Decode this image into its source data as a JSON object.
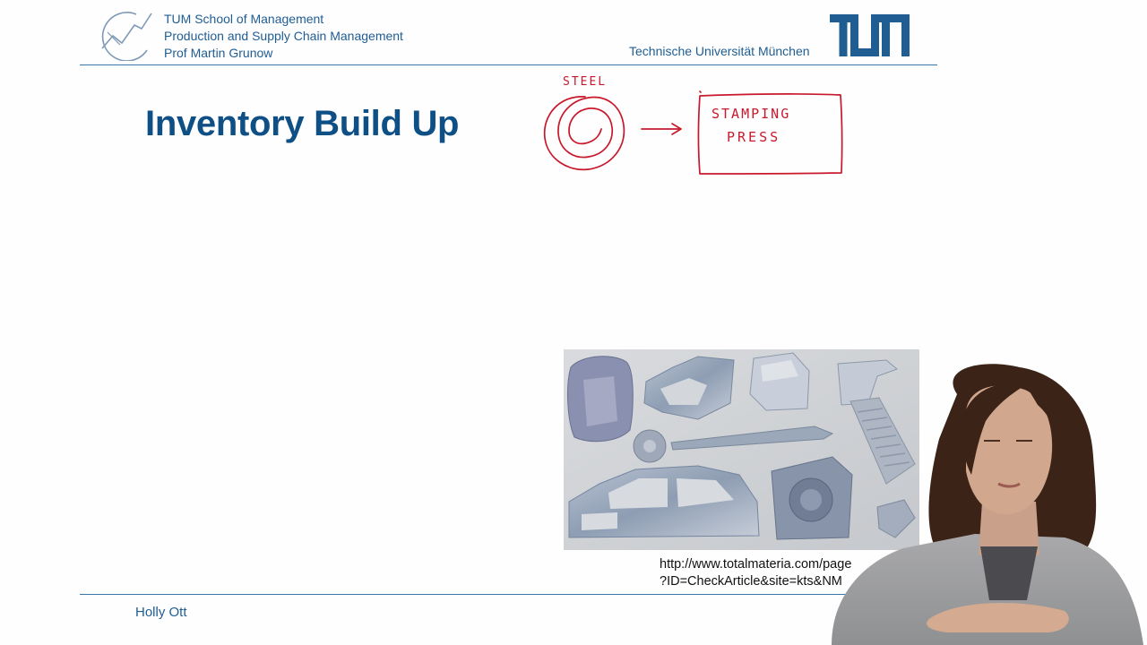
{
  "header": {
    "lines": [
      "TUM School of Management",
      "Production and Supply Chain Management",
      "Prof Martin Grunow"
    ],
    "university": "Technische Universität München"
  },
  "title": "Inventory Build Up",
  "sketch": {
    "coil_label": "STEEL",
    "press_label_1": "STAMPING",
    "press_label_2": "PRESS",
    "ink_color": "#c8192c"
  },
  "image_source": {
    "line1": "http://www.totalmateria.com/page",
    "line2": "?ID=CheckArticle&site=kts&NM"
  },
  "footer": {
    "name": "Holly Ott"
  },
  "colors": {
    "accent": "#1f5d93",
    "title": "#0e4f86",
    "rule": "#3a75a8"
  },
  "icons": {
    "school_logo": "chart-line-icon",
    "university_logo": "tum-logo-icon"
  }
}
